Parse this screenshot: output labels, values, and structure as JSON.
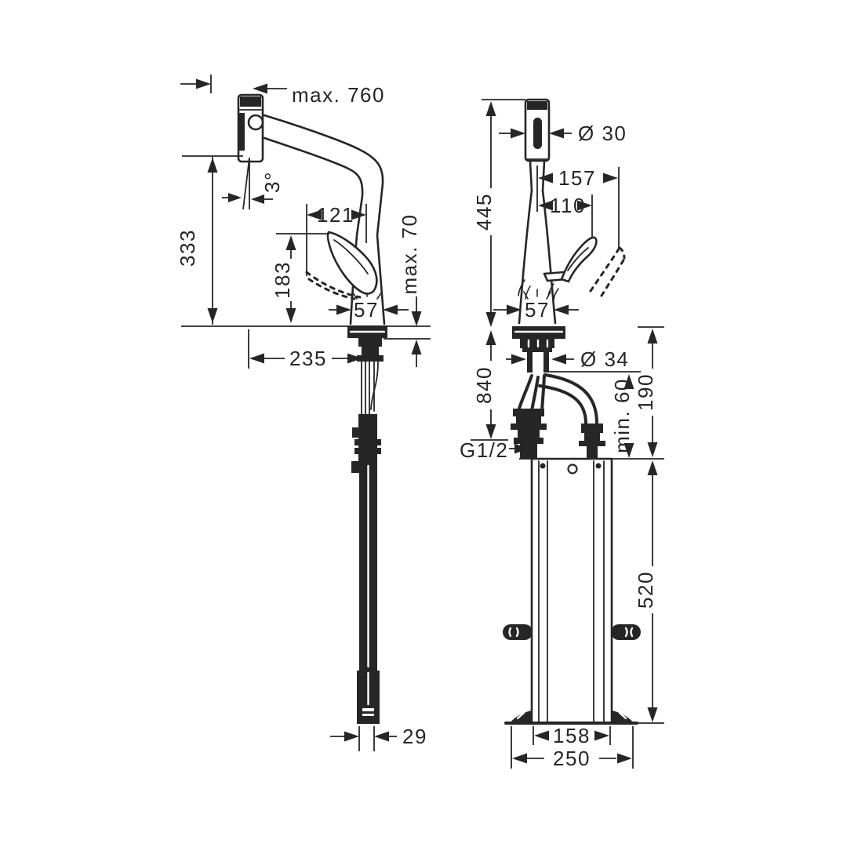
{
  "colors": {
    "background": "#ffffff",
    "ink": "#262626"
  },
  "side_view": {
    "max_pullout": "max. 760",
    "swivel_angle": "3°",
    "spray_head_height": "333",
    "handle_clearance": "121",
    "handle_top_height": "183",
    "max_counter_thickness": "max. 70",
    "body_width": "57",
    "spout_reach": "235",
    "hose_weight_width": "29"
  },
  "front_view": {
    "total_height": "445",
    "spray_head_diameter": "Ø 30",
    "handle_reach_tilted": "157",
    "handle_reach": "110",
    "body_width": "57",
    "shank_diameter": "Ø 34",
    "hose_length": "840",
    "connection_thread": "G1/2",
    "min_clearance": "min. 60",
    "upper_clearance_height": "190",
    "bracket_height": "520",
    "bracket_inner_width": "158",
    "bracket_base_width": "250"
  }
}
